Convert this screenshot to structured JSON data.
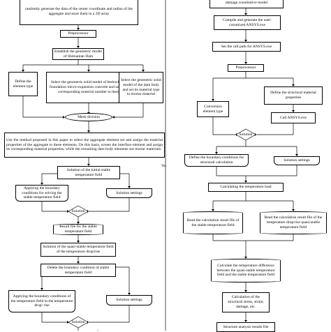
{
  "left": {
    "store_data": "randomly generate the data of the center coordinate and radius of the aggregate and store them in a 2D array",
    "preprocessor": "Preprocessor",
    "geometric_model": "Establish the geometric model of Shimantan Dam",
    "define_element_type": "Define the element type",
    "select_bedrock": "Select the geometric solid model of bedrock and foundation micro-expansion concrete and assign a corresponding material number to them",
    "select_dam_body": "Select the geometric solid model of the dam body and set its material type to mortar material",
    "mesh_division": "Mesh division",
    "method_paragraph": "Use the method proposed in this paper to select the aggregate element set and assign the material properties of the aggregate to these elements. On this basis, screen the interface element and assign its corresponding material properties, while the remaining dam body elements are mortar materials.",
    "initial_stable_solution": "Solution of the initial stable temperature field",
    "apply_boundary_stable": "Applying the boundary conditions for solving the stable temperature field",
    "solution_settings_1": "Solution settings",
    "solution_1": "Solution",
    "result_file_stable": "Result file for the stable temperature field",
    "quasi_stable_solution": "Solution of the quasi-stable temperature field of the temperature drop/rise",
    "delete_boundary": "Delete the boundary condition of stable temperature field",
    "apply_boundary_drop": "Applying the boundary conditions of the temperature field to the temperature drop/ rise",
    "solution_settings_2": "Solution settings",
    "solution_2": "Solution"
  },
  "right": {
    "damage_model": "damage  constitutive model",
    "compile_generate": "Compile and generate the user-cutomized ANSYS.exe",
    "set_call_path": "Set the call path for ANSYS.exe",
    "preprocessor": "Preprocessor",
    "conversion_element_type": "Conversion element type",
    "define_structural_properties": "Define the structural material properties",
    "call_ansys": "Call  ANSYS.exe",
    "solution": "Solution",
    "define_boundary_structural": "Define the boundary conditions for structural calculation",
    "solution_settings": "Solution settings",
    "calculate_temperature_load": "Calculating the temperature load",
    "read_result_stable": "Read the calculation result file of the stable temperature field",
    "read_result_quasi": "Read the calculation result file of the temperature drop/rise quasi-stable temperature field",
    "calculate_difference": "Calculate the temperature difference between the quasi-stable temperature field and the stable temperature field",
    "calculate_structural": "Calculation of the structural stress, strain, damage, etc.",
    "structure_results_file": "Structure analysis results file"
  },
  "connector_label": "Yes"
}
